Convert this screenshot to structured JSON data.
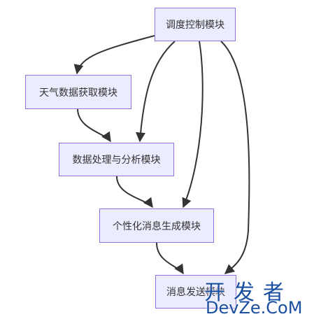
{
  "diagram": {
    "type": "flowchart",
    "nodes": {
      "scheduler": "调度控制模块",
      "weather": "天气数据获取模块",
      "analysis": "数据处理与分析模块",
      "generate": "个性化消息生成模块",
      "send": "消息发送模块"
    },
    "edges": [
      {
        "from": "scheduler",
        "to": "weather"
      },
      {
        "from": "scheduler",
        "to": "analysis"
      },
      {
        "from": "scheduler",
        "to": "generate"
      },
      {
        "from": "scheduler",
        "to": "send"
      },
      {
        "from": "weather",
        "to": "analysis"
      },
      {
        "from": "analysis",
        "to": "generate"
      },
      {
        "from": "generate",
        "to": "send"
      }
    ],
    "colors": {
      "node_fill": "#ECECFF",
      "node_border": "#9370DB",
      "edge": "#333333",
      "watermark": "#1a4fa0"
    }
  },
  "watermark": {
    "line1": "开发者",
    "line2": "DevZe.CoM"
  }
}
